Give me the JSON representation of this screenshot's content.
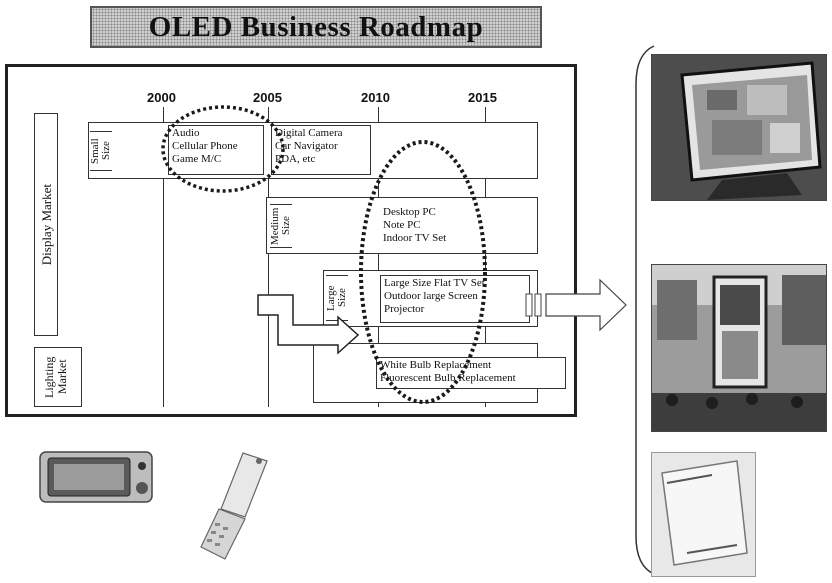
{
  "title": "OLED Business  Roadmap",
  "years": [
    "2000",
    "2005",
    "2010",
    "2015"
  ],
  "markets": {
    "display": "Display Market",
    "lighting": "Lighting Market"
  },
  "sizes": {
    "small": "Small Size",
    "medium": "Medium Size",
    "large": "Large Size"
  },
  "items": {
    "small_early": [
      "Audio",
      "Cellular Phone",
      "Game M/C"
    ],
    "small_later": [
      "Digital Camera",
      "Car Navigator",
      "PDA, etc"
    ],
    "medium": [
      "Desktop PC",
      "Note PC",
      "Indoor TV Set"
    ],
    "large": [
      "Large Size Flat TV Set",
      "Outdoor large Screen",
      "Projector"
    ],
    "lighting": [
      "White Bulb Replacement",
      "Fluorescent Bulb Replacement"
    ]
  },
  "colors": {
    "title_background": "#cfcfcf",
    "frame": "#222222",
    "highlight_dots": "#1a1a1a"
  },
  "icons": [
    "arrow-right-icon",
    "block-arrow-icon",
    "monitor-photo",
    "outdoor-screen-photo",
    "lighting-panel-photo",
    "car-navigator-photo",
    "cellular-phone-photo"
  ]
}
